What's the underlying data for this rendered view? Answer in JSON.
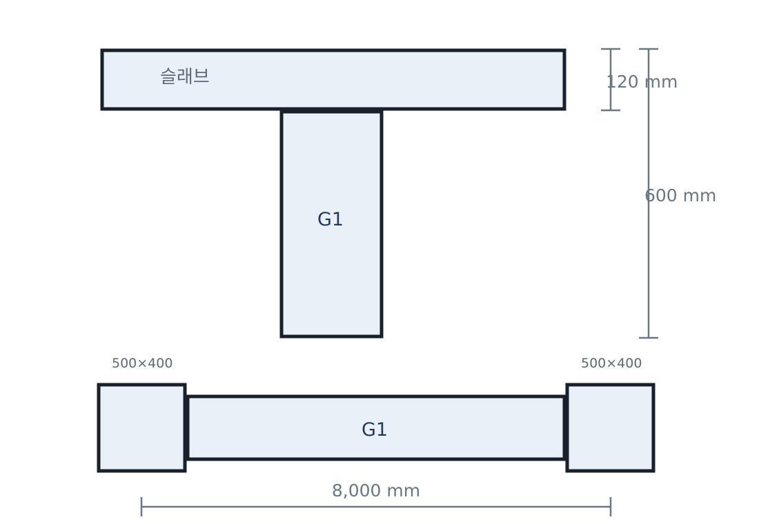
{
  "section": {
    "slab_label": "슬래브",
    "girder_label": "G1",
    "slab_thickness_label": "120 mm",
    "girder_depth_label": "600 mm"
  },
  "elevation": {
    "girder_label": "G1",
    "left_column_label": "500×400",
    "right_column_label": "500×400",
    "span_label": "8,000 mm"
  },
  "colors": {
    "member_fill": "#e9f0f7",
    "member_stroke": "#18202b",
    "dimension": "#6b7787",
    "member_text": "#1e3a5f"
  }
}
